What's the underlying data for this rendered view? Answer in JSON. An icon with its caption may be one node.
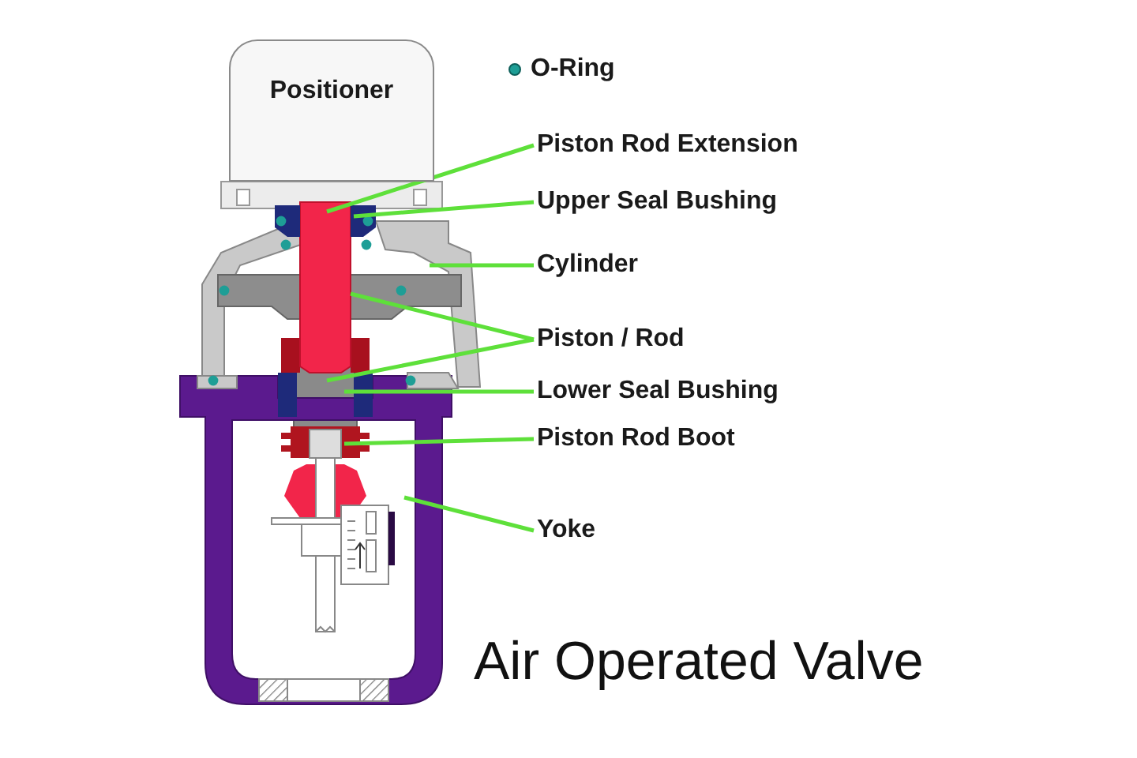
{
  "diagram": {
    "title": "Air Operated Valve",
    "nodes": [
      {
        "text": [
          "Positioner"
        ]
      },
      {
        "text": [
          "Piston Rod Extension"
        ]
      },
      {
        "text": [
          "Upper Seal Bushing"
        ]
      },
      {
        "text": [
          "Cylinder"
        ]
      },
      {
        "text": [
          "Piston / Rod"
        ]
      },
      {
        "text": [
          "Lower Seal Bushing"
        ]
      },
      {
        "text": [
          "Piston Rod Boot"
        ]
      },
      {
        "text": [
          "Yoke"
        ]
      }
    ],
    "edges": [
      {
        "from": 1,
        "to": null,
        "arrow": "none"
      },
      {
        "from": 2,
        "to": null,
        "arrow": "none"
      },
      {
        "from": 3,
        "to": null,
        "arrow": "none"
      },
      {
        "from": 4,
        "to": null,
        "arrow": "none"
      },
      {
        "from": 4,
        "to": null,
        "arrow": "none"
      },
      {
        "from": 5,
        "to": null,
        "arrow": "none"
      },
      {
        "from": 6,
        "to": null,
        "arrow": "none"
      },
      {
        "from": 7,
        "to": null,
        "arrow": "none"
      }
    ],
    "legend": [
      {
        "text": "O-Ring",
        "color": "#1e9e96"
      }
    ]
  }
}
